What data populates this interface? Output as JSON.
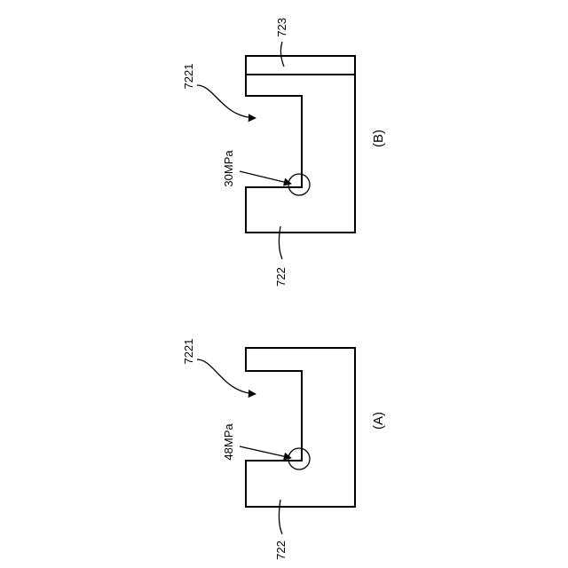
{
  "figures": [
    {
      "id": "B",
      "caption": "(B)",
      "part_label": "722",
      "slot_label": "7221",
      "stress_label": "30MPa",
      "cover_label": "723"
    },
    {
      "id": "A",
      "caption": "(A)",
      "part_label": "722",
      "slot_label": "7221",
      "stress_label": "48MPa"
    }
  ]
}
